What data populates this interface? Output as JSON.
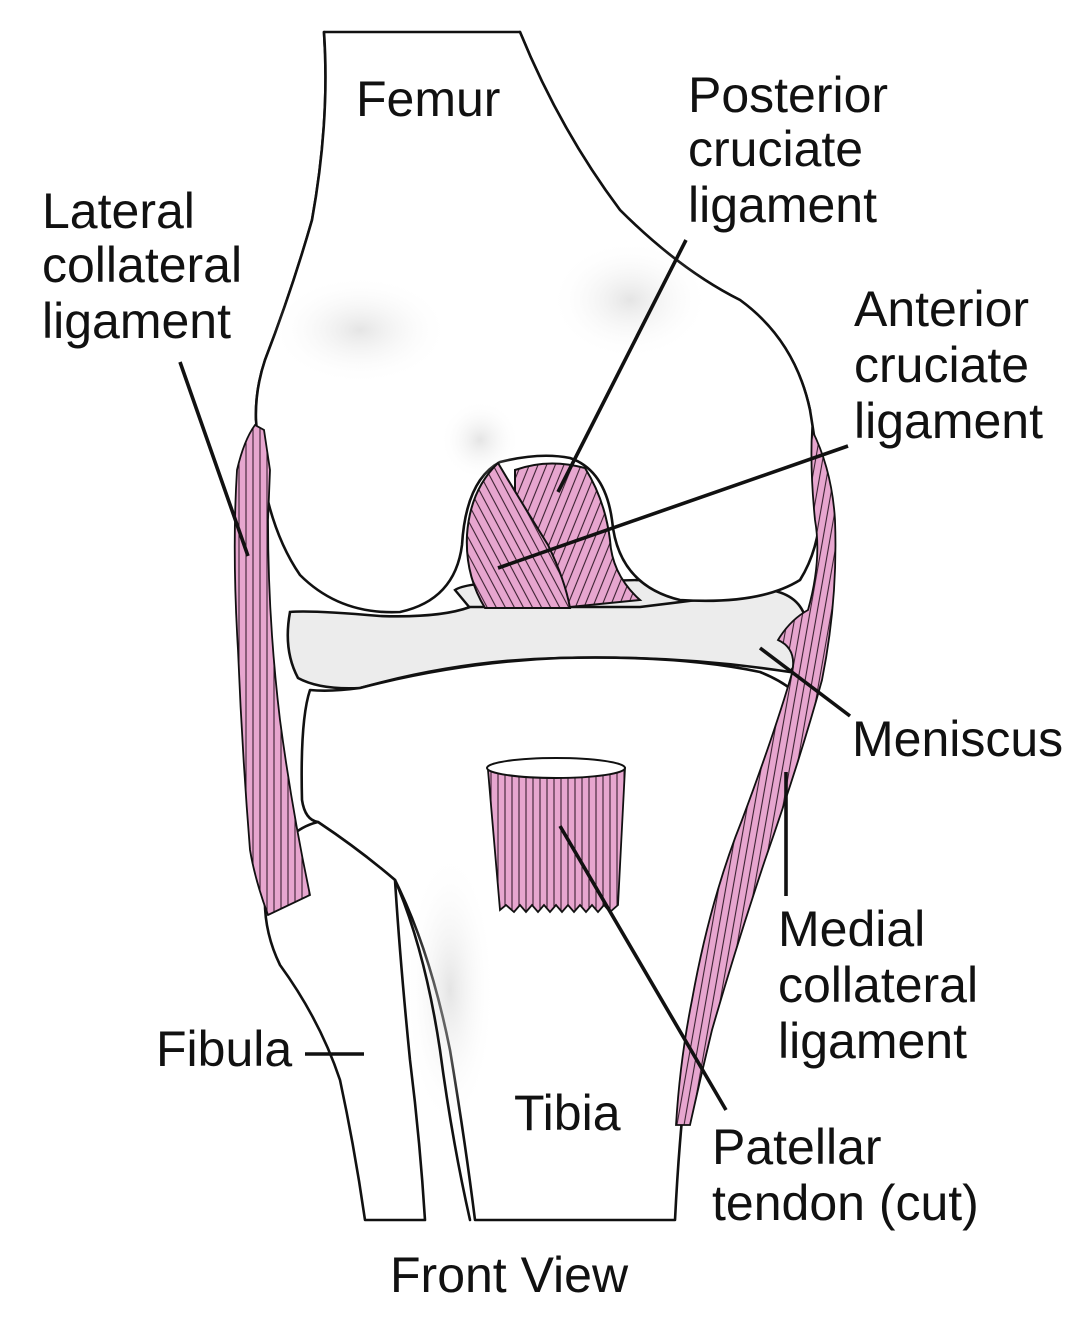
{
  "labels": {
    "femur": "Femur",
    "posterior_cruciate": [
      "Posterior",
      "cruciate",
      "ligament"
    ],
    "lateral_collateral": [
      "Lateral",
      "collateral",
      "ligament"
    ],
    "anterior_cruciate": [
      "Anterior",
      "cruciate",
      "ligament"
    ],
    "meniscus": "Meniscus",
    "medial_collateral": [
      "Medial",
      "collateral",
      "ligament"
    ],
    "fibula": "Fibula",
    "tibia": "Tibia",
    "patellar_tendon": [
      "Patellar",
      "tendon (cut)"
    ],
    "view": "Front View"
  },
  "colors": {
    "ligament": "#e7a6cf",
    "meniscus": "#ececec",
    "bone": "#ffffff",
    "outline": "#111111"
  }
}
